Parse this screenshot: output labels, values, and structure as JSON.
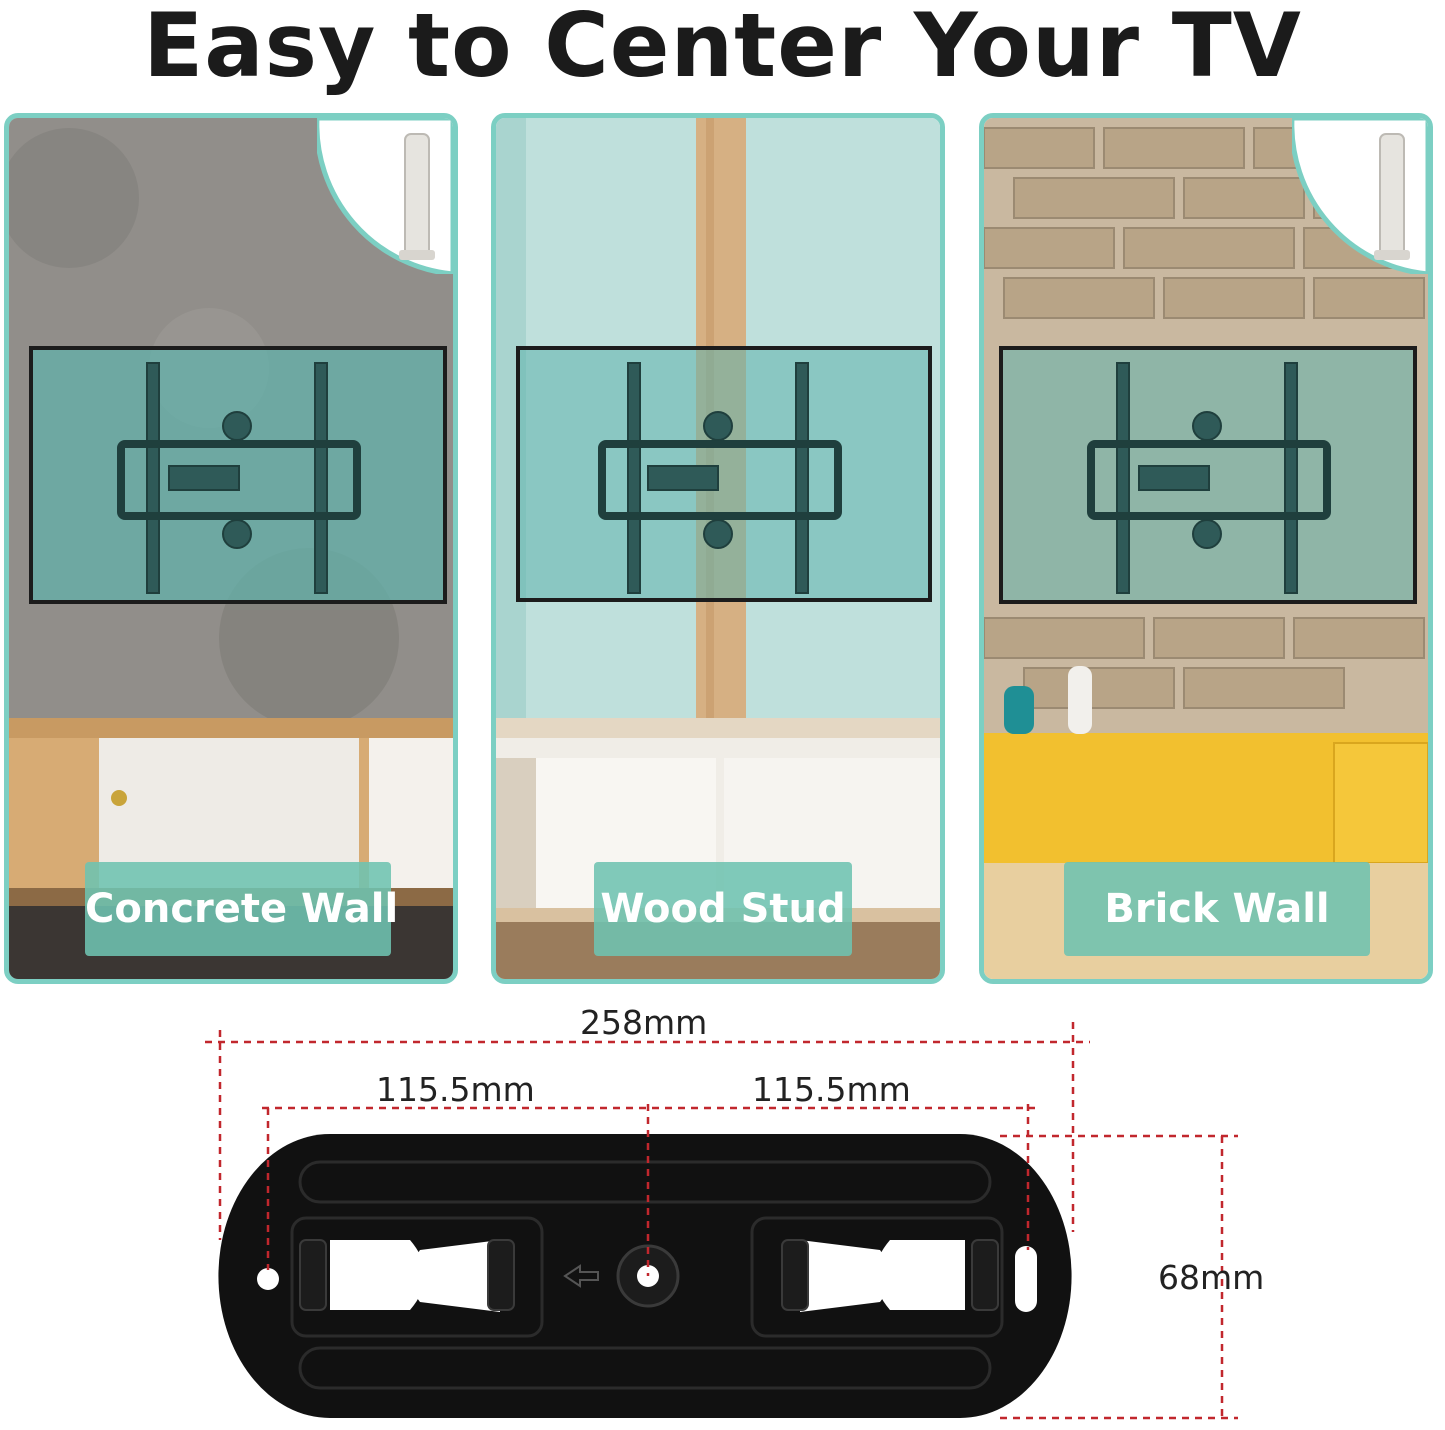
{
  "title": "Easy to Center Your TV",
  "panels": [
    {
      "label": "Concrete Wall",
      "wall": "concrete"
    },
    {
      "label": "Wood Stud",
      "wall": "wood"
    },
    {
      "label": "Brick Wall",
      "wall": "brick"
    }
  ],
  "dimensions": {
    "total_width": "258mm",
    "left_spacing": "115.5mm",
    "right_spacing": "115.5mm",
    "height": "68mm"
  },
  "colors": {
    "panel_border": "#7ccfc3",
    "label_bg": "#6ec3b0",
    "tv_overlay": "#5fb3ad",
    "dimension_line": "#c1272d"
  }
}
